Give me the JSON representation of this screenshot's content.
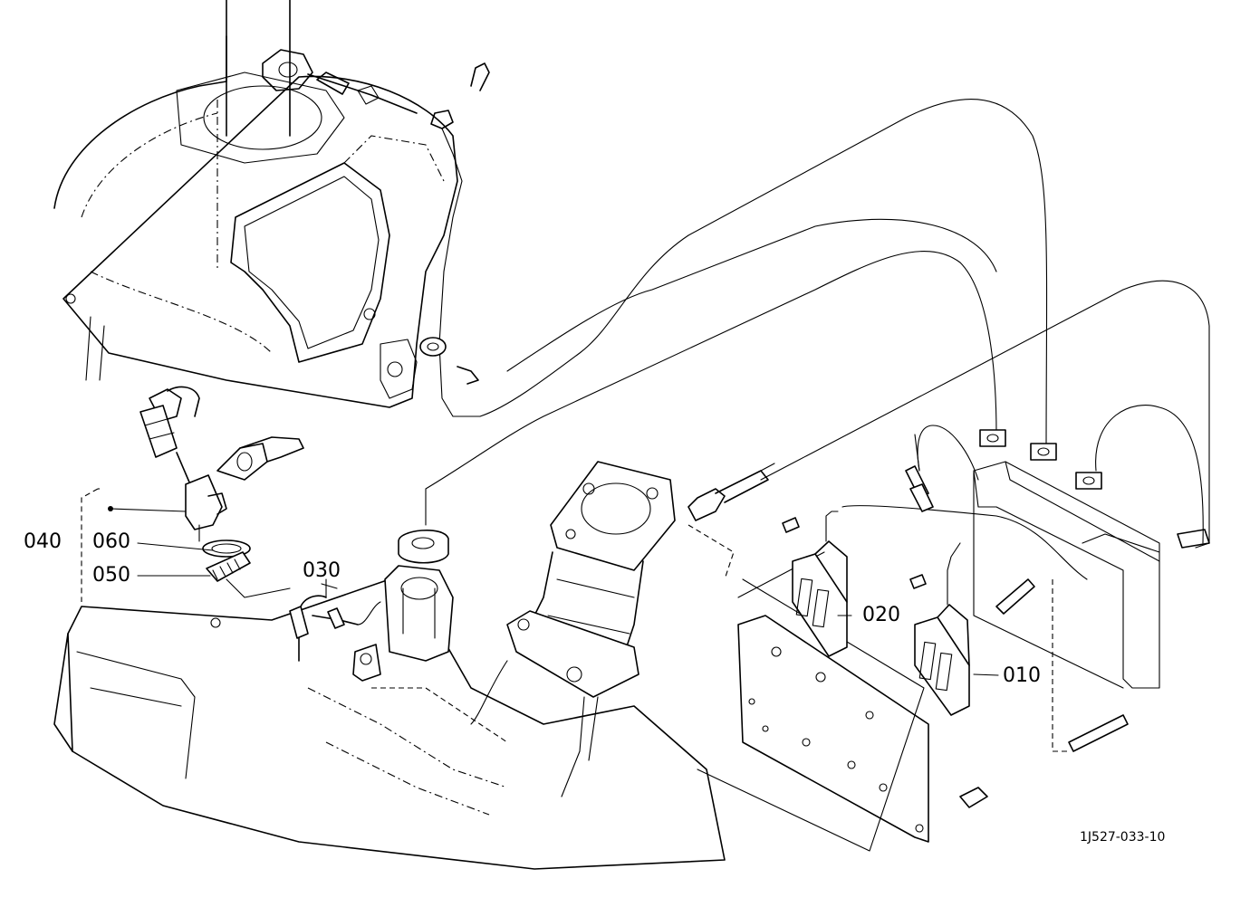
{
  "parts": {
    "p010": "010",
    "p020": "020",
    "p030": "030",
    "p040": "040",
    "p050": "050",
    "p060": "060"
  },
  "drawing_id": "1J527-033-10"
}
